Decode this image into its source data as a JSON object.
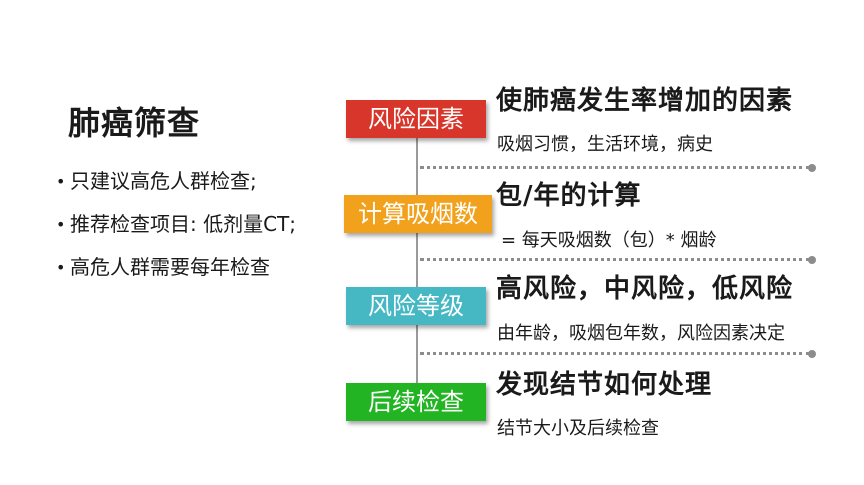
{
  "title": "肺癌筛查",
  "bullets": [
    "只建议高危人群检查;",
    "推荐检查项目: 低剂量CT;",
    "高危人群需要每年检查"
  ],
  "rows": [
    {
      "tag": "风险因素",
      "color": "#d9362b",
      "heading": "使肺癌发生率增加的因素",
      "detail": "吸烟习惯，生活环境，病史"
    },
    {
      "tag": "计算吸烟数",
      "color": "#f2a11c",
      "heading": "包/年的计算",
      "detail": "= 每天吸烟数（包）* 烟龄"
    },
    {
      "tag": "风险等级",
      "color": "#45b8c4",
      "heading": "高风险，中风险，低风险",
      "detail": "由年龄，吸烟包年数，风险因素决定"
    },
    {
      "tag": "后续检查",
      "color": "#22b422",
      "heading": "发现结节如何处理",
      "detail": "结节大小及后续检查"
    }
  ]
}
